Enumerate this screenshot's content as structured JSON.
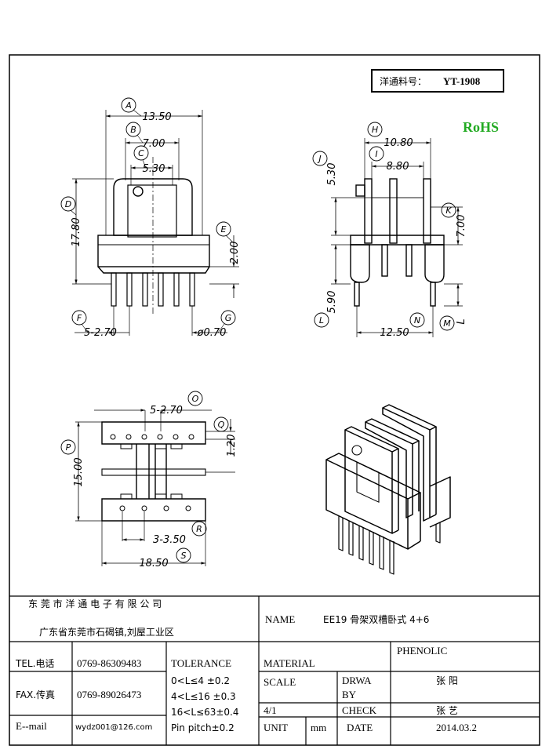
{
  "part": {
    "label": "洋通料号：",
    "number": "YT-1908"
  },
  "rohs": {
    "text": "RoHS",
    "color": "#22aa22"
  },
  "front_view": {
    "dims": {
      "A": "13.50",
      "B": "7.00",
      "C": "5.30",
      "D": "17.80",
      "E": "2.00",
      "F": "5-2.70",
      "G": "ø0.70"
    },
    "labels": [
      "A",
      "B",
      "C",
      "D",
      "E",
      "F",
      "G"
    ]
  },
  "side_view": {
    "dims": {
      "H": "10.80",
      "I": "8.80",
      "J": "5.30",
      "K": "7.00",
      "L": "5.90",
      "N": "12.50",
      "M": "L"
    },
    "labels": [
      "H",
      "I",
      "J",
      "K",
      "L",
      "N",
      "M"
    ]
  },
  "bottom_view": {
    "dims": {
      "O": "5-2.70",
      "P": "15.00",
      "Q": "1.20",
      "R": "3-3.50",
      "S": "18.50"
    },
    "labels": [
      "O",
      "P",
      "Q",
      "R",
      "S"
    ]
  },
  "title_block": {
    "company": "东 莞 市 洋 通 电 子 有 限 公 司",
    "address": "广东省东莞市石碣镇,刘屋工业区",
    "name_label": "NAME",
    "name_value": "EE19 骨架双槽卧式 4+6",
    "tel_label": "TEL.电话",
    "tel_value": "0769-86309483",
    "fax_label": "FAX.传真",
    "fax_value": "0769-89026473",
    "email_label": "E--mail",
    "email_value": "wydz001@126.com",
    "tolerance_label": "TOLERANCE",
    "tolerance_lines": [
      "0<L≤4   ±0.2",
      "4<L≤16  ±0.3",
      "16<L≤63±0.4",
      "Pin pitch±0.2"
    ],
    "material_label": "MATERIAL",
    "material_value": "PHENOLIC",
    "scale_label": "SCALE",
    "scale_value": "4/1",
    "drawn_label_1": "DRWA",
    "drawn_label_2": "BY",
    "drawn_value": "张 阳",
    "check_label": "CHECK",
    "check_value": "张 艺",
    "unit_label": "UNIT",
    "unit_value": "mm",
    "date_label": "DATE",
    "date_value": "2014.03.2"
  }
}
